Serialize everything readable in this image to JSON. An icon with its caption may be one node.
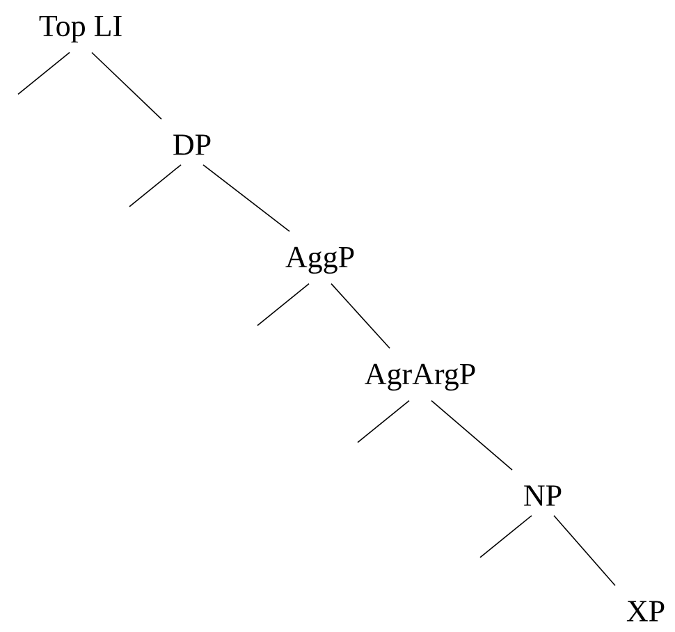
{
  "diagram": {
    "nodes": [
      {
        "text": [
          "Top LI"
        ]
      },
      {
        "text": [
          "DP"
        ]
      },
      {
        "text": [
          "AggP"
        ]
      },
      {
        "text": [
          "AgrArgP"
        ]
      },
      {
        "text": [
          "NP"
        ]
      },
      {
        "text": [
          "XP"
        ]
      }
    ],
    "edges": [
      {
        "from": 0,
        "to": null,
        "arrow": "none"
      },
      {
        "from": 0,
        "to": 1,
        "arrow": "none"
      },
      {
        "from": 1,
        "to": null,
        "arrow": "none"
      },
      {
        "from": 1,
        "to": 2,
        "arrow": "none"
      },
      {
        "from": 2,
        "to": null,
        "arrow": "none"
      },
      {
        "from": 2,
        "to": 3,
        "arrow": "none"
      },
      {
        "from": 3,
        "to": null,
        "arrow": "none"
      },
      {
        "from": 3,
        "to": 4,
        "arrow": "none"
      },
      {
        "from": 4,
        "to": null,
        "arrow": "none"
      },
      {
        "from": 4,
        "to": 5,
        "arrow": "none"
      }
    ]
  }
}
